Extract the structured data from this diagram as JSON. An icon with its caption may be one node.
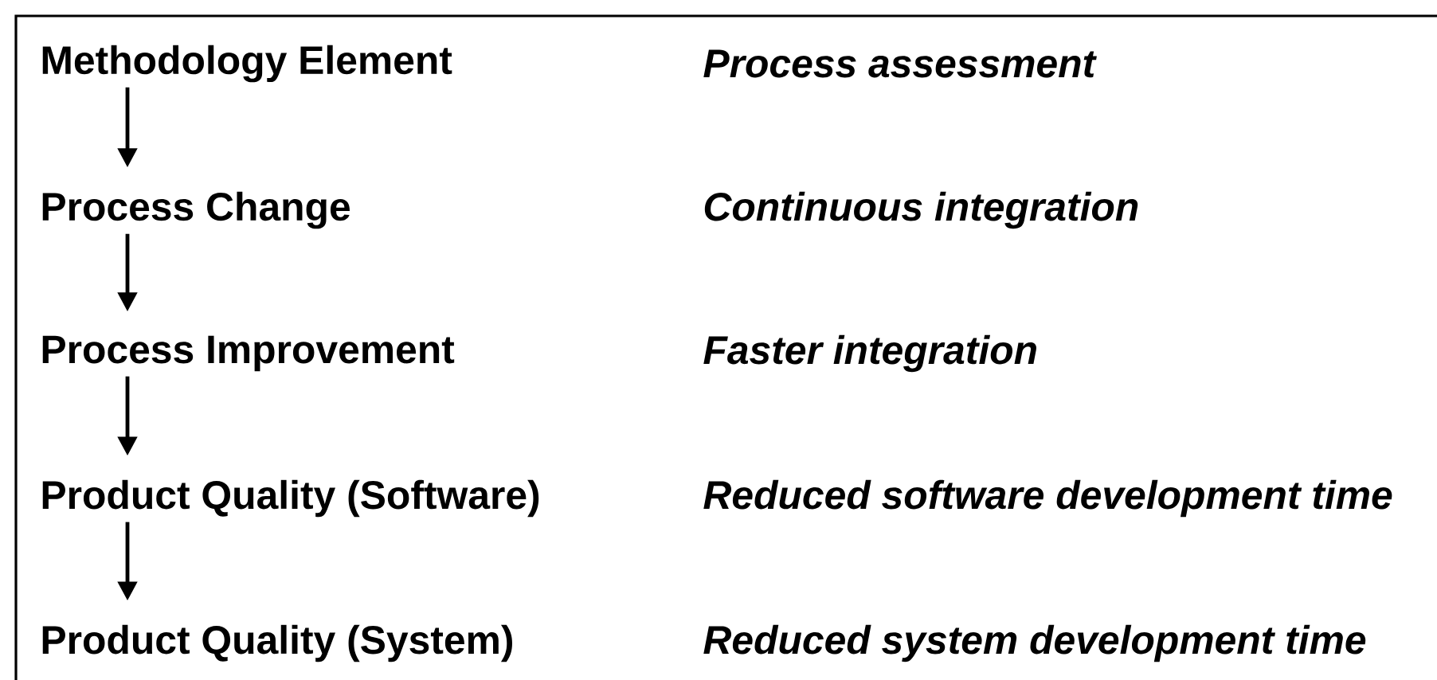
{
  "diagram": {
    "nodes": [
      {
        "text": [
          "Methodology Element"
        ]
      },
      {
        "text": [
          "Process Change"
        ]
      },
      {
        "text": [
          "Process Improvement"
        ]
      },
      {
        "text": [
          "Product Quality (Software)"
        ]
      },
      {
        "text": [
          "Product Quality (System)"
        ]
      }
    ],
    "edges": [
      {
        "from": 0,
        "to": 1,
        "arrow": "to"
      },
      {
        "from": 1,
        "to": 2,
        "arrow": "to"
      },
      {
        "from": 2,
        "to": 3,
        "arrow": "to"
      },
      {
        "from": 3,
        "to": 4,
        "arrow": "to"
      }
    ],
    "labels": [
      "Process assessment",
      "Continuous integration",
      "Faster integration",
      "Reduced software development time",
      "Reduced system development time"
    ]
  }
}
